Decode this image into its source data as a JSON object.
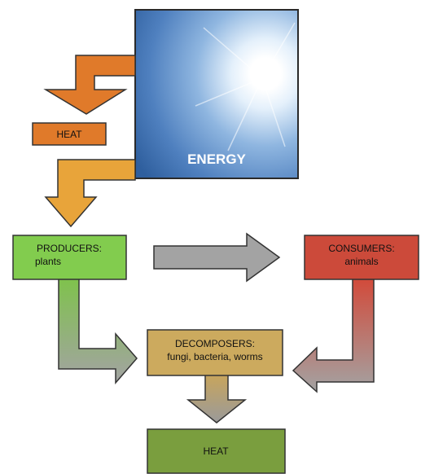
{
  "diagram": {
    "energy": {
      "label": "ENERGY"
    },
    "heat_top": {
      "label": "HEAT"
    },
    "producers": {
      "line1": "PRODUCERS:",
      "line2": "plants"
    },
    "consumers": {
      "line1": "CONSUMERS:",
      "line2": "animals"
    },
    "decomposers": {
      "line1": "DECOMPOSERS:",
      "line2": "fungi, bacteria, worms"
    },
    "heat_bottom": {
      "label": "HEAT"
    }
  },
  "colors": {
    "energy_sky_light": "#cfe3f5",
    "energy_sky_dark": "#2f64a8",
    "heat_arrow": "#e07a2a",
    "energy_arrow": "#e8a43a",
    "producers": "#82cc4e",
    "consumers": "#cc4a3a",
    "decomposers": "#ccaa5e",
    "heat_bottom": "#7a9e3e",
    "gray_arrow": "#a3a3a3",
    "outline": "#333333"
  }
}
